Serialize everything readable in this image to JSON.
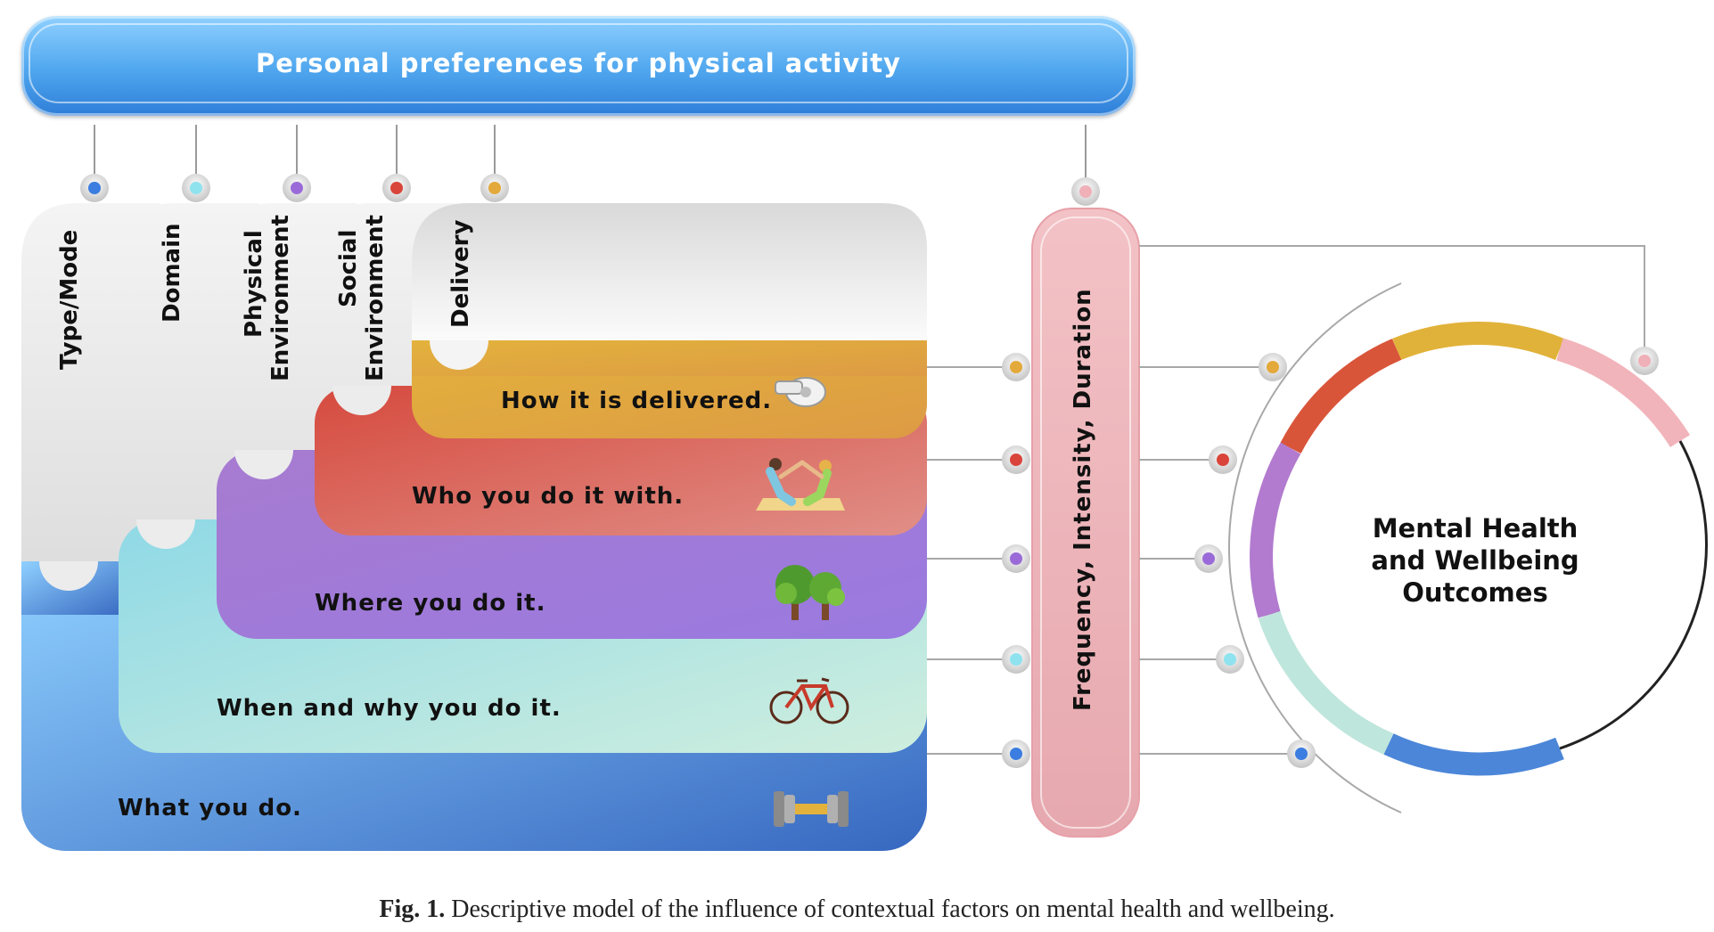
{
  "header": {
    "title": "Personal preferences for physical activity"
  },
  "columns": [
    {
      "label": "Type/Mode",
      "dot_color": "#3b7de0"
    },
    {
      "label": "Domain",
      "dot_color": "#8ee3ef"
    },
    {
      "label": "Physical\nEnvironment",
      "dot_color": "#9a6bd8"
    },
    {
      "label": "Social\nEnvironment",
      "dot_color": "#d9453a"
    },
    {
      "label": "Delivery",
      "dot_color": "#e3a93a"
    }
  ],
  "layers": [
    {
      "text": "How it is delivered.",
      "icon": "whistle-icon",
      "color": "#e0a93c"
    },
    {
      "text": "Who you do it with.",
      "icon": "partner-yoga-icon",
      "color": "#d4564a"
    },
    {
      "text": "Where you do it.",
      "icon": "trees-icon",
      "color": "#9b72d6"
    },
    {
      "text": "When and why you do it.",
      "icon": "bicycle-icon",
      "color": "#a9e3de"
    },
    {
      "text": "What you do.",
      "icon": "dumbbell-icon",
      "color": "#4a8fe0"
    }
  ],
  "frequency": {
    "label": "Frequency, Intensity, Duration",
    "dot_color": "#f0b0b8"
  },
  "outcome": {
    "title": "Mental Health and Wellbeing Outcomes"
  },
  "caption": {
    "figure": "Fig. 1.",
    "text": " Descriptive model of the influence of contextual factors on mental health and wellbeing."
  }
}
